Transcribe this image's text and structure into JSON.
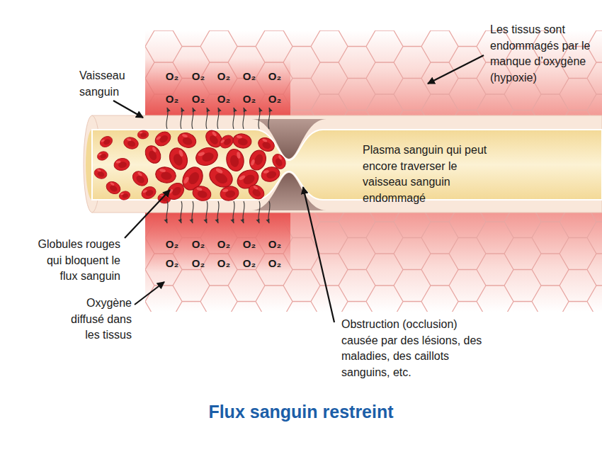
{
  "diagram": {
    "title": "Flux sanguin restreint",
    "labels": [
      "Les tissus sont endommagés par le manque d’oxygène (hypoxie)",
      "Vaisseau sanguin",
      "O₂",
      "O₂",
      "O₂",
      "O₂",
      "O₂",
      "O₂",
      "O₂",
      "O₂",
      "O₂",
      "O₂",
      "Plasma sanguin qui peut encore traverser le vaisseau sanguin endommagé",
      "Globules rouges qui bloquent le flux sanguin",
      "O₂",
      "O₂",
      "O₂",
      "O₂",
      "O₂",
      "O₂",
      "O₂",
      "O₂",
      "O₂",
      "O₂",
      "Oxygène diffusé dans les tissus",
      "Obstruction (occlusion) causée par des lésions, des maladies, des caillots sanguins, etc."
    ]
  }
}
